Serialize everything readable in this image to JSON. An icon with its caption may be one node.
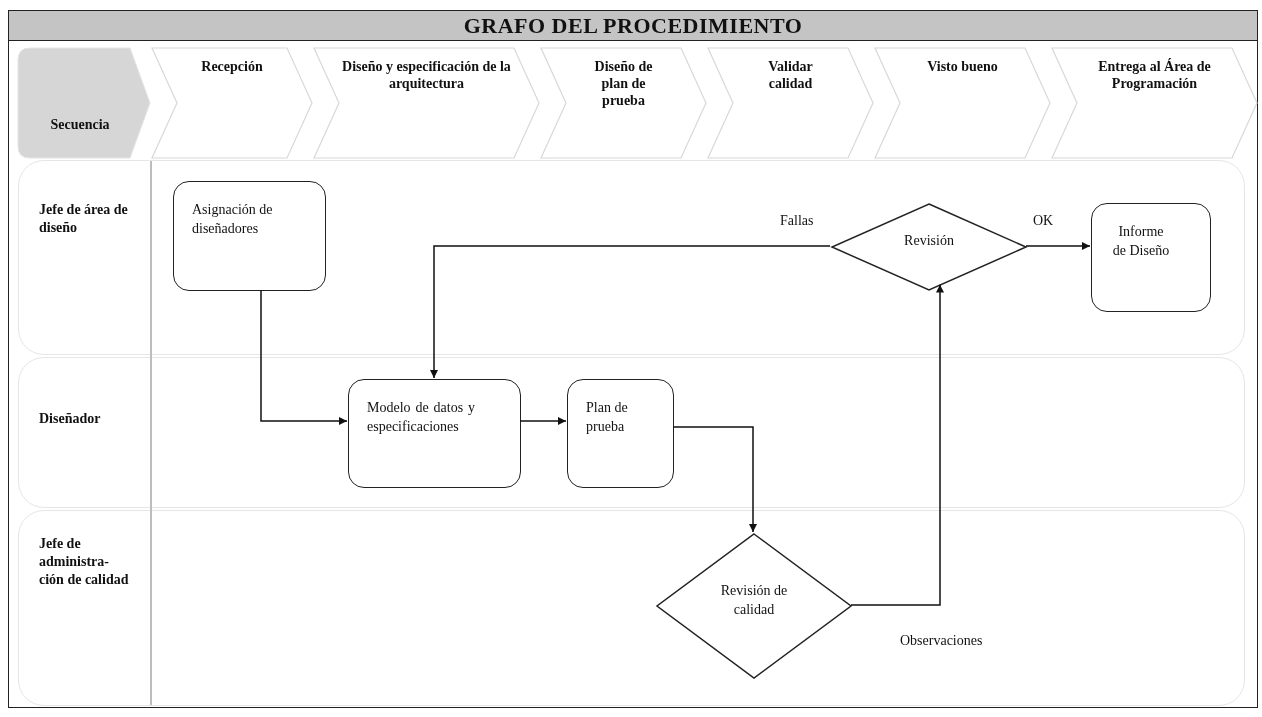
{
  "diagram": {
    "title": "GRAFO DEL PROCEDIMIENTO",
    "nodes": [
      {
        "text": [
          "Secuencia"
        ]
      },
      {
        "text": [
          "Recepción"
        ]
      },
      {
        "text": [
          "Diseño y especificación de la arquitectura"
        ]
      },
      {
        "text": [
          "Diseño de plan de prueba"
        ]
      },
      {
        "text": [
          "Validar calidad"
        ]
      },
      {
        "text": [
          "Visto bueno"
        ]
      },
      {
        "text": [
          "Entrega al Área de Programación"
        ]
      },
      {
        "text": [
          "Jefe de área de diseño"
        ]
      },
      {
        "text": [
          "Asignación de diseñadores"
        ],
        "in": 7
      },
      {
        "text": [
          "Revisión"
        ],
        "in": 7
      },
      {
        "text": [
          "Informe de Diseño"
        ],
        "in": 7
      },
      {
        "text": [
          "Diseñador"
        ]
      },
      {
        "text": [
          "Modelo de datos y especificaciones"
        ],
        "in": 11
      },
      {
        "text": [
          "Plan de prueba"
        ],
        "in": 11
      },
      {
        "text": [
          "Jefe de administra- ción de calidad"
        ]
      },
      {
        "text": [
          "Revisión de calidad"
        ],
        "in": 14
      }
    ],
    "edges": [
      {
        "from": 8,
        "to": 12,
        "arrow": "to"
      },
      {
        "from": 12,
        "to": 13,
        "arrow": "to"
      },
      {
        "from": 13,
        "to": 15,
        "arrow": "to"
      },
      {
        "from": 15,
        "to": 9,
        "arrow": "to",
        "label": "Observaciones"
      },
      {
        "from": 9,
        "to": 12,
        "arrow": "to",
        "label": "Fallas"
      },
      {
        "from": 9,
        "to": 10,
        "arrow": "to",
        "label": "OK"
      }
    ]
  }
}
